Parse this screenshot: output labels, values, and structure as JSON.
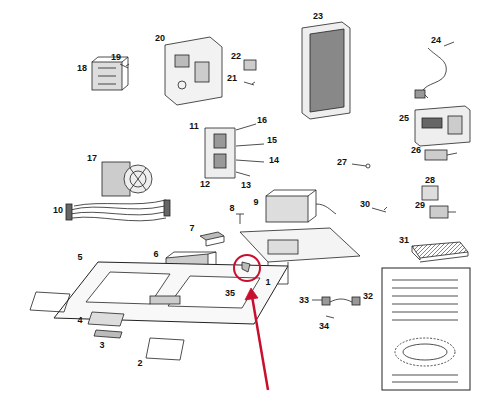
{
  "diagram": {
    "labels": [
      "23",
      "20",
      "22",
      "24",
      "18",
      "19",
      "21",
      "11",
      "16",
      "15",
      "17",
      "25",
      "14",
      "26",
      "12",
      "13",
      "27",
      "28",
      "9",
      "10",
      "8",
      "30",
      "29",
      "7",
      "31",
      "6",
      "5",
      "35",
      "1",
      "33",
      "32",
      "4",
      "34",
      "3",
      "2"
    ]
  }
}
